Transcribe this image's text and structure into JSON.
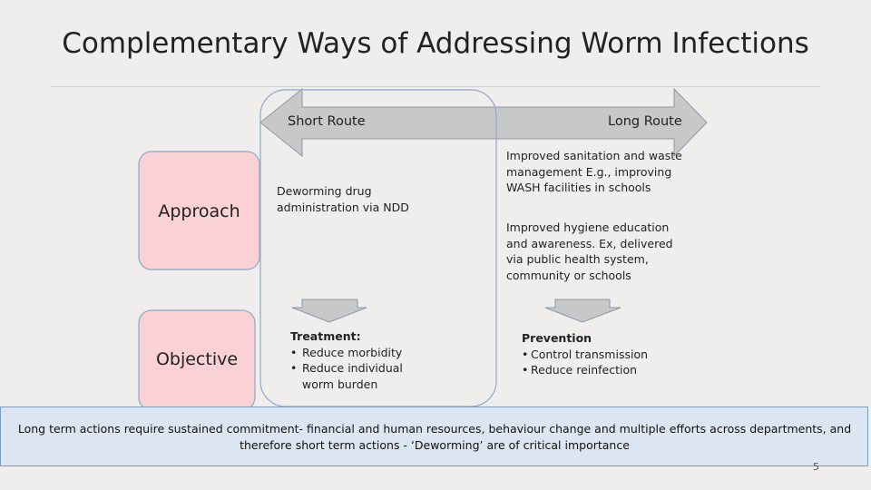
{
  "title": "Complementary Ways of Addressing Worm Infections",
  "routes": {
    "short": "Short Route",
    "long": "Long Route"
  },
  "rows": {
    "approach": "Approach",
    "objective": "Objective"
  },
  "short_route": {
    "approach": "Deworming drug administration via NDD",
    "objective_heading": "Treatment:",
    "objective_items": [
      "Reduce morbidity",
      "Reduce individual worm burden"
    ]
  },
  "long_route": {
    "approach_1": "Improved sanitation and waste management E.g., improving WASH facilities in schools",
    "approach_2": "Improved hygiene education and awareness. Ex, delivered via public health system, community or schools",
    "objective_heading": "Prevention",
    "objective_items": [
      "Control transmission",
      "Reduce reinfection"
    ]
  },
  "footer": "Long term actions require sustained commitment- financial and human resources, behaviour change and multiple efforts across departments, and therefore short term actions - ‘Deworming’ are of critical importance",
  "page_number": "5",
  "colors": {
    "background": "#efeeed",
    "row_box_fill": "#fad1d4",
    "row_box_stroke": "#8ea9c9",
    "arrow_fill": "#c8c8c8",
    "footer_fill": "#dce6f2"
  }
}
